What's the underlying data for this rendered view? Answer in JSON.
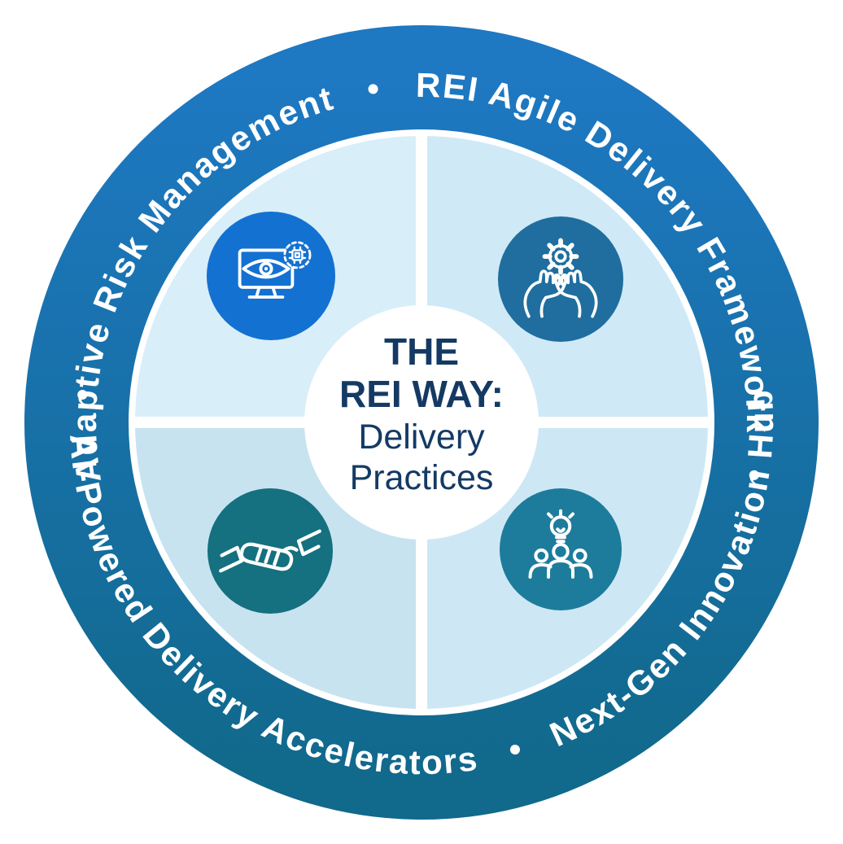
{
  "figure": {
    "center": {
      "line1": "THE",
      "line2": "REI WAY:",
      "line3": "Delivery",
      "line4": "Practices"
    },
    "ring": {
      "arc_top": "Adaptive Risk Management   •   REI Agile Delivery Framework   •",
      "arc_bottom": "•   AI-Powered Delivery Accelerators   •   Next-Gen Innovation Hub"
    },
    "practices": [
      {
        "label": "Adaptive Risk Management",
        "icon": "monitor-eye-icon",
        "position": "top-left"
      },
      {
        "label": "REI Agile Delivery Framework",
        "icon": "hands-gear-icon",
        "position": "top-right"
      },
      {
        "label": "AI-Powered Delivery Accelerators",
        "icon": "handshake-icon",
        "position": "bottom-left"
      },
      {
        "label": "Next-Gen Innovation Hub",
        "icon": "people-lightbulb-icon",
        "position": "bottom-right"
      }
    ],
    "colors": {
      "ring_gradient_top": "#1e78c2",
      "ring_gradient_bottom": "#11698c",
      "ring_text": "#ffffff",
      "quadrant_top_left": "#d8eef9",
      "quadrant_top_right": "#cfe9f7",
      "quadrant_bottom_left": "#c7e3ef",
      "quadrant_bottom_right": "#cde8f4",
      "divider": "#ffffff",
      "center_circle": "#ffffff",
      "center_text": "#143a64",
      "icon_top_left_bg": "#1371d2",
      "icon_top_right_bg": "#1f6e9f",
      "icon_bottom_left_bg": "#15707f",
      "icon_bottom_right_bg": "#1d7c9c"
    }
  }
}
